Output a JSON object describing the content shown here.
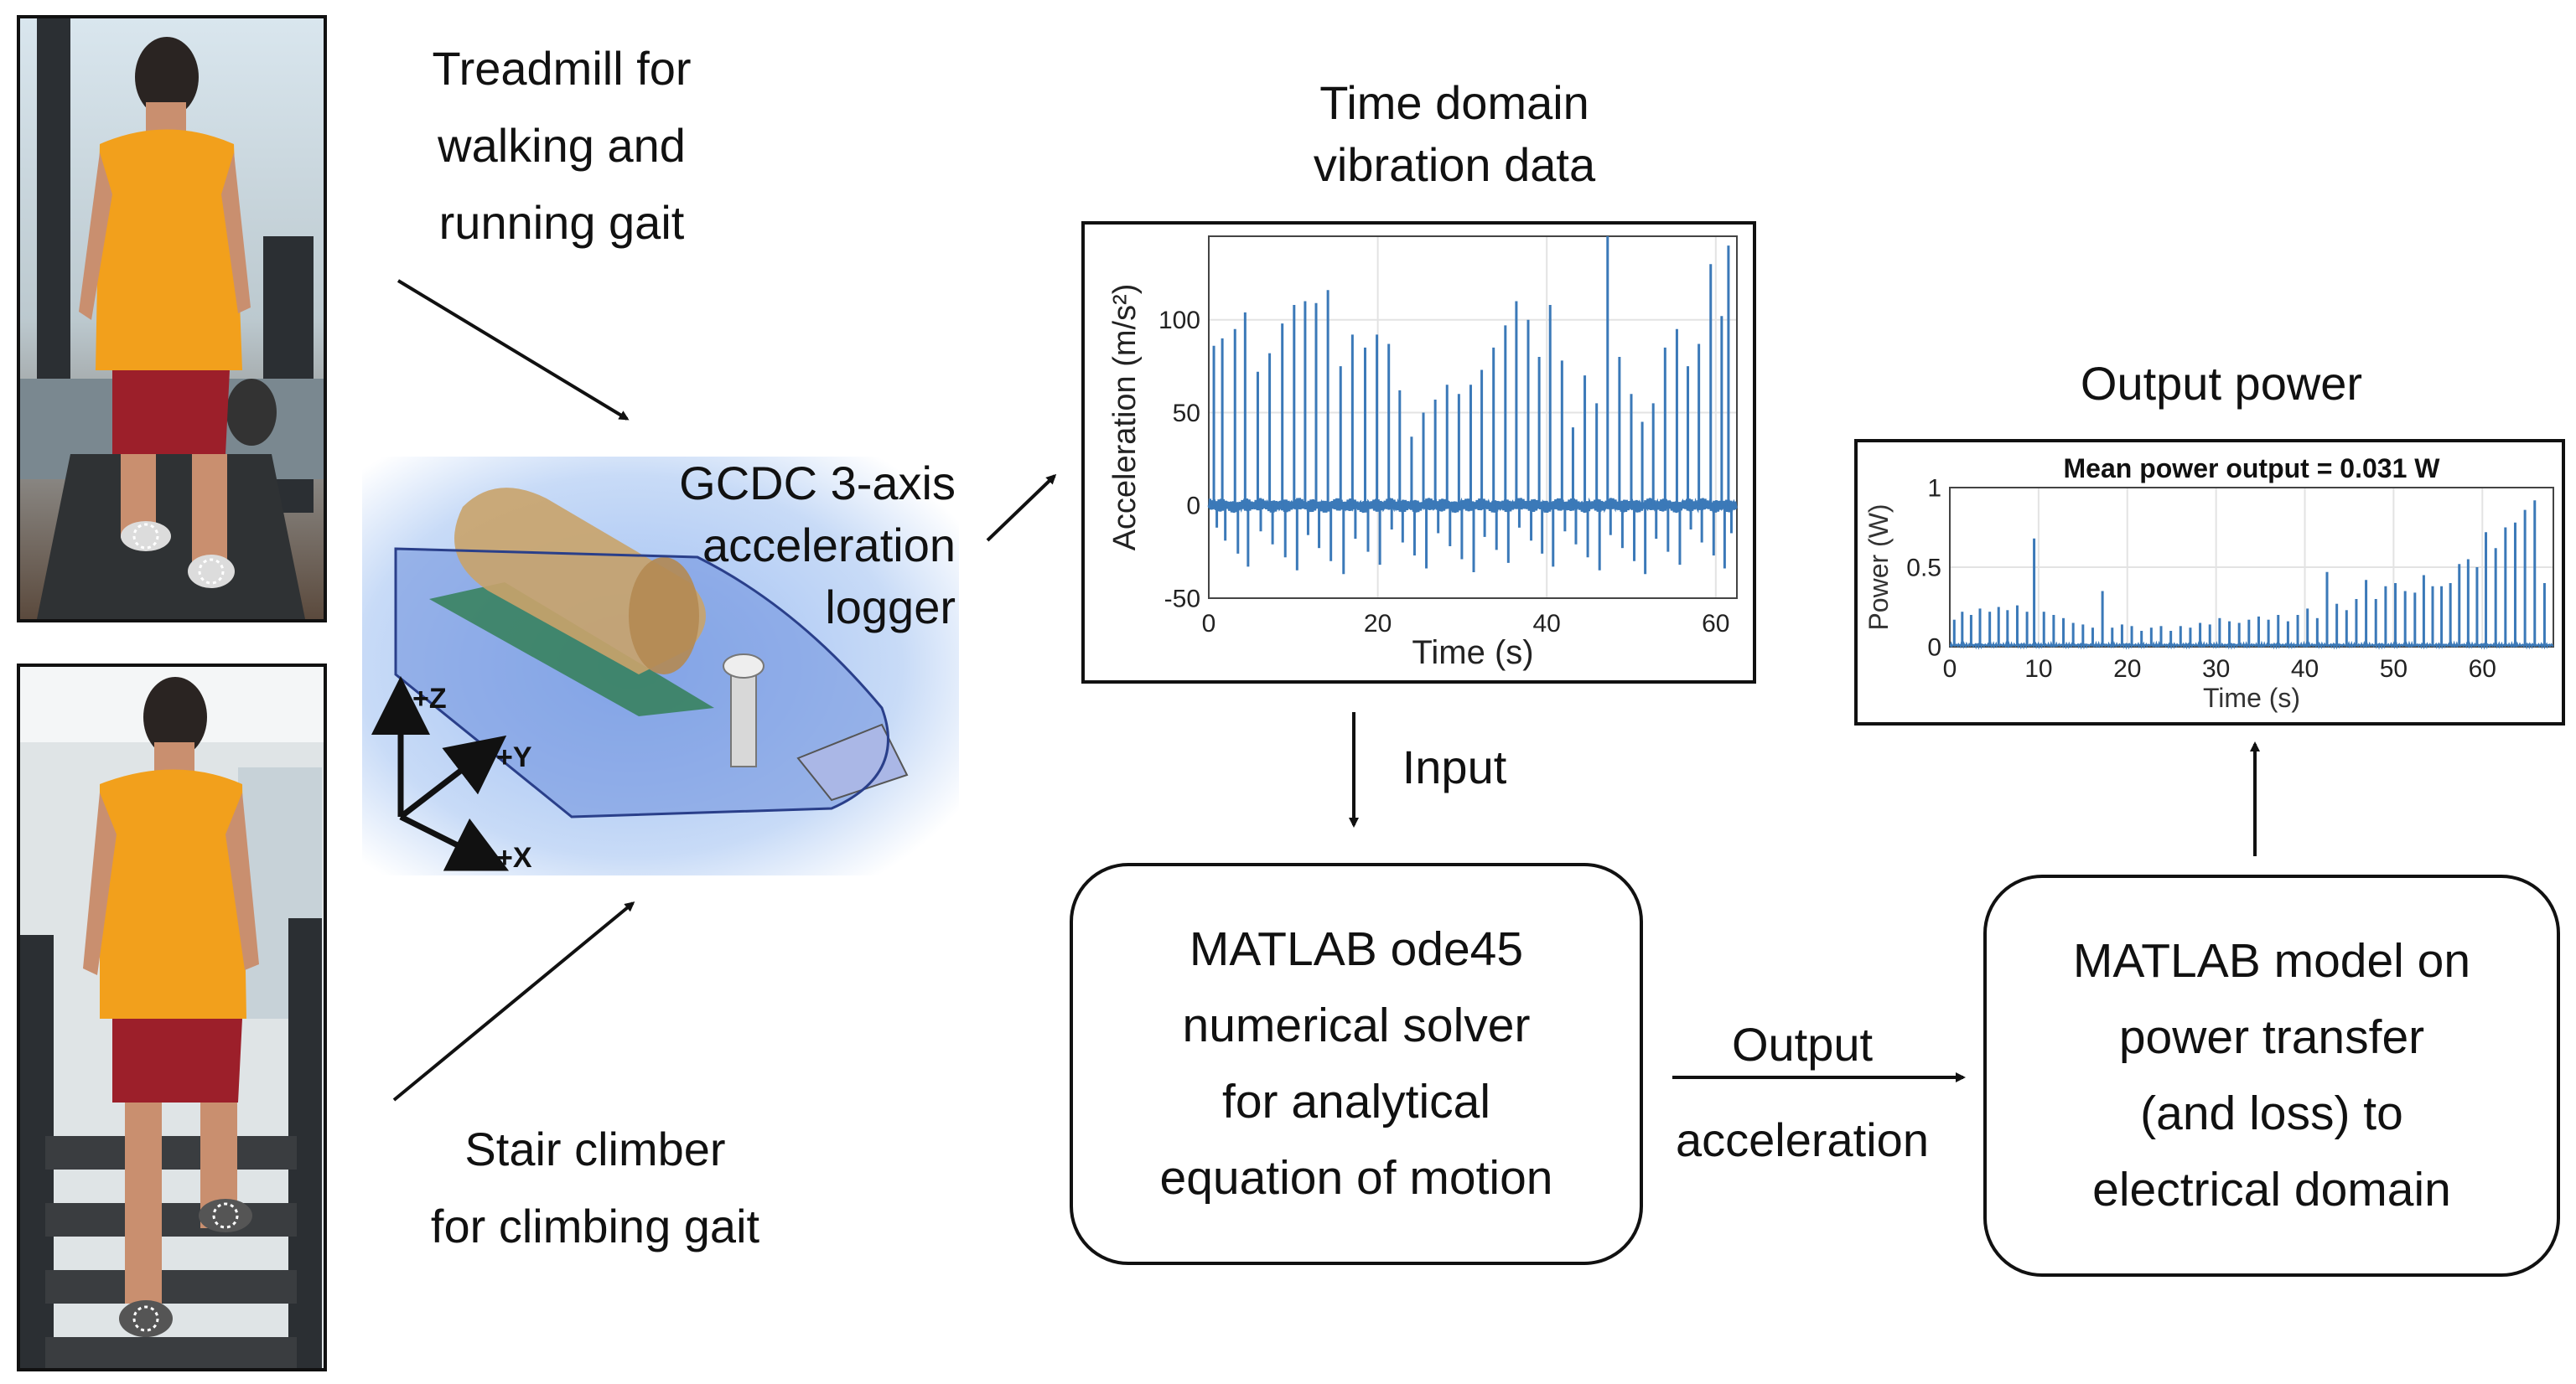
{
  "labels": {
    "treadmill": "Treadmill for\nwalking and\nrunning gait",
    "stair": "Stair climber\nfor climbing gait",
    "logger": "GCDC 3-axis\nacceleration\nlogger",
    "time_domain": "Time domain\nvibration data",
    "output_power": "Output power",
    "input": "Input",
    "output_accel": "Output\nacceleration"
  },
  "axes_3d": {
    "z": "+Z",
    "y": "+Y",
    "x": "+X"
  },
  "boxes": {
    "solver": "MATLAB ode45\nnumerical solver\nfor analytical\nequation of motion",
    "model": "MATLAB model on\npower transfer\n(and loss) to\nelectrical domain"
  },
  "colors": {
    "signal": "#3b79b8",
    "frame": "#111111",
    "logger_glow": "#7fa6e8",
    "shirt": "#f2a01c",
    "shorts": "#9c1f2a"
  },
  "chart_data": [
    {
      "type": "line",
      "title": "",
      "xlabel": "Time (s)",
      "ylabel": "Acceleration (m/s²)",
      "xlim": [
        0,
        62.5
      ],
      "ylim": [
        -50,
        145
      ],
      "xticks": [
        0,
        20,
        40,
        60
      ],
      "yticks": [
        -50,
        0,
        50,
        100
      ],
      "grid": true,
      "series": [
        {
          "peaks_x": [
            0.6,
            1.6,
            3.1,
            4.3,
            5.8,
            7.2,
            8.7,
            10.1,
            11.4,
            12.7,
            14.1,
            15.6,
            17.0,
            18.5,
            19.9,
            21.3,
            22.6,
            24.0,
            25.4,
            26.8,
            28.2,
            29.6,
            31.0,
            32.3,
            33.7,
            35.1,
            36.4,
            37.8,
            39.1,
            40.4,
            41.8,
            43.1,
            44.5,
            45.9,
            47.2,
            48.6,
            50.0,
            51.3,
            52.6,
            54.0,
            55.4,
            56.7,
            58.0,
            59.4,
            60.7,
            61.5
          ],
          "peaks_y": [
            86,
            90,
            95,
            104,
            72,
            82,
            98,
            108,
            110,
            109,
            116,
            75,
            92,
            85,
            92,
            87,
            62,
            37,
            50,
            57,
            65,
            60,
            65,
            73,
            85,
            97,
            110,
            100,
            80,
            108,
            78,
            42,
            70,
            55,
            145,
            80,
            60,
            45,
            55,
            85,
            95,
            75,
            87,
            130,
            102,
            140
          ]
        }
      ]
    },
    {
      "type": "line",
      "title": "Mean power output = 0.031 W",
      "xlabel": "Time (s)",
      "ylabel": "Power (W)",
      "xlim": [
        0,
        68
      ],
      "ylim": [
        0,
        1
      ],
      "xticks": [
        0,
        10,
        20,
        30,
        40,
        50,
        60
      ],
      "yticks": [
        0,
        0.5,
        1
      ],
      "grid": true,
      "series": [
        {
          "peaks_x": [
            0.5,
            1.4,
            2.4,
            3.4,
            4.5,
            5.5,
            6.5,
            7.6,
            8.7,
            9.5,
            10.6,
            11.7,
            12.8,
            13.9,
            15.0,
            16.1,
            17.2,
            18.3,
            19.4,
            20.5,
            21.6,
            22.7,
            23.8,
            24.9,
            26.0,
            27.1,
            28.2,
            29.3,
            30.4,
            31.5,
            32.6,
            33.7,
            34.8,
            35.9,
            37.0,
            38.1,
            39.2,
            40.3,
            41.4,
            42.5,
            43.6,
            44.7,
            45.8,
            46.9,
            48.0,
            49.1,
            50.2,
            51.3,
            52.4,
            53.4,
            54.4,
            55.4,
            56.4,
            57.4,
            58.4,
            59.4,
            60.4,
            61.5,
            62.6,
            63.7,
            64.8,
            65.9,
            67.0
          ],
          "peaks_y": [
            0.17,
            0.22,
            0.2,
            0.24,
            0.22,
            0.25,
            0.23,
            0.26,
            0.22,
            0.68,
            0.22,
            0.2,
            0.18,
            0.15,
            0.14,
            0.12,
            0.35,
            0.12,
            0.14,
            0.13,
            0.1,
            0.12,
            0.13,
            0.1,
            0.13,
            0.12,
            0.15,
            0.14,
            0.18,
            0.16,
            0.15,
            0.17,
            0.19,
            0.17,
            0.2,
            0.16,
            0.2,
            0.24,
            0.18,
            0.47,
            0.27,
            0.23,
            0.3,
            0.42,
            0.3,
            0.38,
            0.4,
            0.35,
            0.34,
            0.45,
            0.38,
            0.38,
            0.4,
            0.52,
            0.55,
            0.5,
            0.72,
            0.62,
            0.75,
            0.78,
            0.86,
            0.92,
            0.4
          ]
        }
      ]
    }
  ]
}
